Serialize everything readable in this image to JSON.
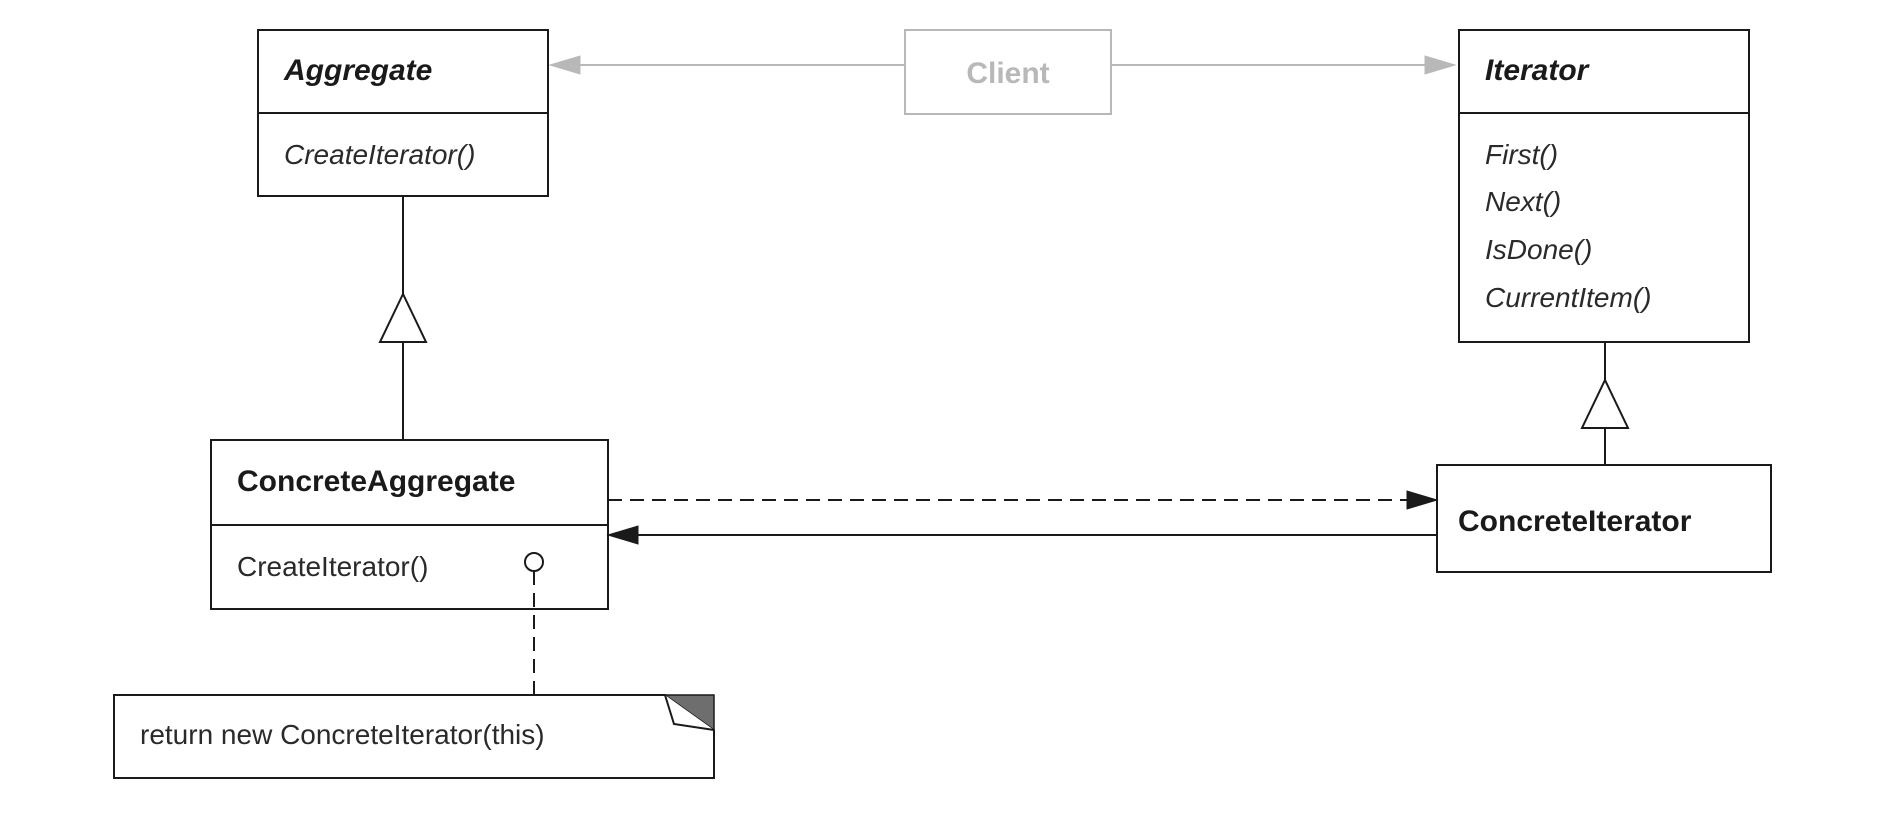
{
  "classes": {
    "aggregate": {
      "name": "Aggregate",
      "abstract": true,
      "operations": [
        "CreateIterator()"
      ]
    },
    "iterator": {
      "name": "Iterator",
      "abstract": true,
      "operations": [
        "First()",
        "Next()",
        "IsDone()",
        "CurrentItem()"
      ]
    },
    "concrete_aggregate": {
      "name": "ConcreteAggregate",
      "abstract": false,
      "operations": [
        "CreateIterator()"
      ]
    },
    "concrete_iterator": {
      "name": "ConcreteIterator",
      "abstract": false,
      "operations": []
    }
  },
  "client": {
    "name": "Client"
  },
  "note": {
    "text": "return new ConcreteIterator(this)"
  },
  "relationships": [
    {
      "type": "association",
      "from": "Client",
      "to": "Aggregate"
    },
    {
      "type": "association",
      "from": "Client",
      "to": "Iterator"
    },
    {
      "type": "inheritance",
      "from": "ConcreteAggregate",
      "to": "Aggregate"
    },
    {
      "type": "inheritance",
      "from": "ConcreteIterator",
      "to": "Iterator"
    },
    {
      "type": "dependency",
      "from": "ConcreteAggregate",
      "to": "ConcreteIterator"
    },
    {
      "type": "association",
      "from": "ConcreteIterator",
      "to": "ConcreteAggregate"
    }
  ],
  "colors": {
    "line": "#1a1a1a",
    "client_gray": "#b8b8b8",
    "background": "#ffffff"
  }
}
